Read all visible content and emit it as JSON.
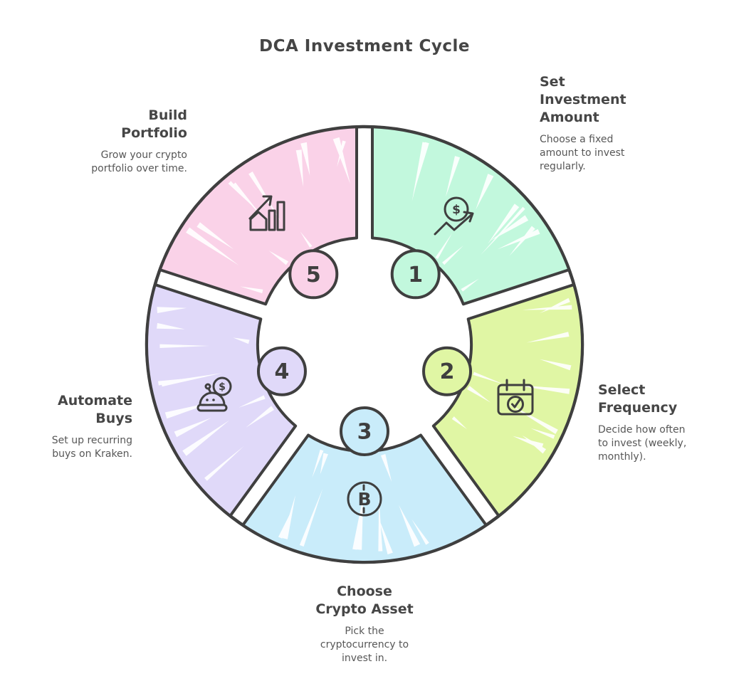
{
  "title": "DCA Investment Cycle",
  "colors": {
    "outline": "#3f3f3f",
    "heading_text": "#464646",
    "body_text": "#575757",
    "background": "#ffffff",
    "texture": "#ffffff"
  },
  "steps": [
    {
      "number": "1",
      "name": "set-investment-amount",
      "icon": "dollar-growth-icon",
      "color": "#c2f8dd",
      "title_lines": [
        "Set",
        "Investment",
        "Amount"
      ],
      "description_lines": [
        "Choose a fixed",
        "amount to invest",
        "regularly."
      ]
    },
    {
      "number": "2",
      "name": "select-frequency",
      "icon": "calendar-check-icon",
      "color": "#e0f6a4",
      "title_lines": [
        "Select",
        "Frequency"
      ],
      "description_lines": [
        "Decide how often",
        "to invest (weekly,",
        "monthly)."
      ]
    },
    {
      "number": "3",
      "name": "choose-crypto-asset",
      "icon": "bitcoin-icon",
      "color": "#c9ecfa",
      "title_lines": [
        "Choose",
        "Crypto Asset"
      ],
      "description_lines": [
        "Pick the",
        "cryptocurrency to",
        "invest in."
      ]
    },
    {
      "number": "4",
      "name": "automate-buys",
      "icon": "robot-dollar-icon",
      "color": "#e0d9f9",
      "title_lines": [
        "Automate",
        "Buys"
      ],
      "description_lines": [
        "Set up recurring",
        "buys on Kraken."
      ]
    },
    {
      "number": "5",
      "name": "build-portfolio",
      "icon": "bar-chart-growth-icon",
      "color": "#fad2e8",
      "title_lines": [
        "Build",
        "Portfolio"
      ],
      "description_lines": [
        "Grow your crypto",
        "portfolio over time."
      ]
    }
  ]
}
